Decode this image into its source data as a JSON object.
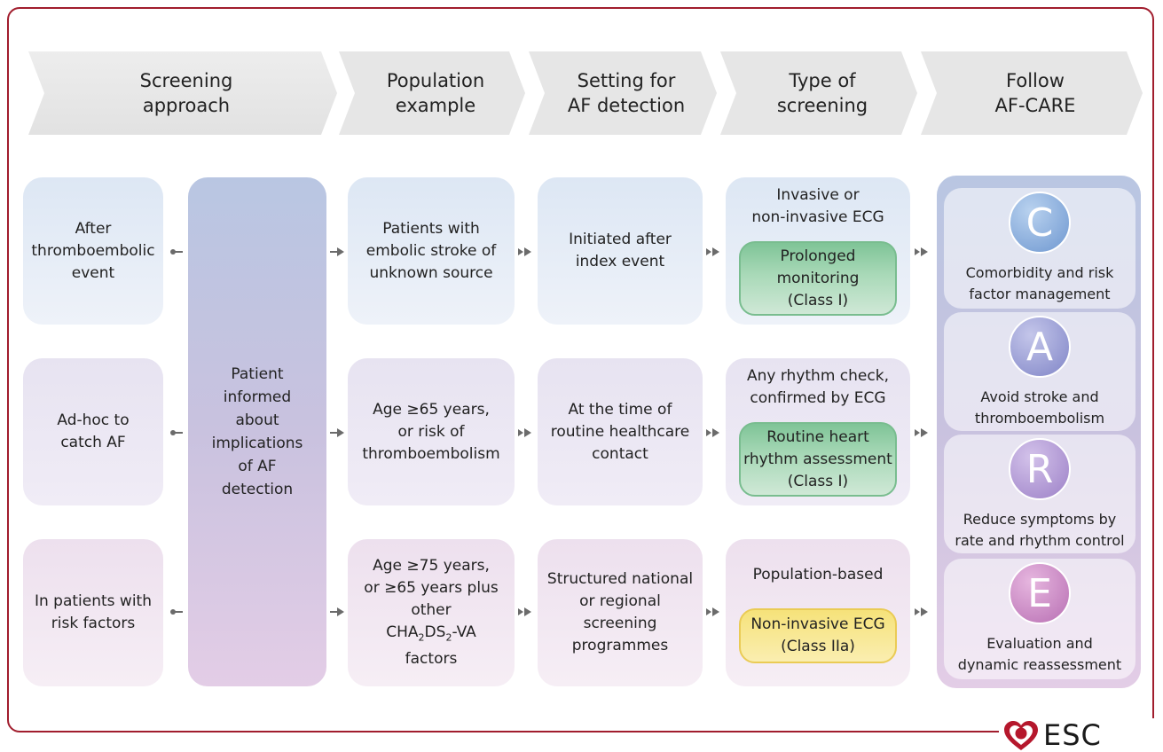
{
  "headers": [
    {
      "line1": "Screening",
      "line2": "approach"
    },
    {
      "line1": "Population",
      "line2": "example"
    },
    {
      "line1": "Setting for",
      "line2": "AF detection"
    },
    {
      "line1": "Type of",
      "line2": "screening"
    },
    {
      "line1": "Follow",
      "line2": "AF-CARE"
    }
  ],
  "approaches": [
    {
      "lines": [
        "After",
        "thromboembolic",
        "event"
      ]
    },
    {
      "lines": [
        "Ad-hoc to",
        "catch AF"
      ]
    },
    {
      "lines": [
        "In patients with",
        "risk factors"
      ]
    }
  ],
  "patient_box": {
    "lines": [
      "Patient",
      "informed",
      "about",
      "implications",
      "of AF",
      "detection"
    ]
  },
  "populations": [
    {
      "lines": [
        "Patients with",
        "embolic stroke of",
        "unknown source"
      ]
    },
    {
      "lines": [
        "Age ≥65 years,",
        "or risk of",
        "thromboembolism"
      ]
    },
    {
      "lines": [
        "Age ≥75 years,",
        "or ≥65 years plus",
        "other"
      ],
      "chads": {
        "a": "CHA",
        "s1": "2",
        "b": "DS",
        "s2": "2",
        "c": "-VA"
      },
      "last": "factors"
    }
  ],
  "settings": [
    {
      "lines": [
        "Initiated after",
        "index event"
      ]
    },
    {
      "lines": [
        "At the time of",
        "routine healthcare",
        "contact"
      ]
    },
    {
      "lines": [
        "Structured national",
        "or regional",
        "screening",
        "programmes"
      ]
    }
  ],
  "types": [
    {
      "top": [
        "Invasive or",
        "non-invasive ECG"
      ],
      "pill": [
        "Prolonged",
        "monitoring",
        "(Class I)"
      ],
      "pill_color": "green"
    },
    {
      "top": [
        "Any rhythm check,",
        "confirmed by ECG"
      ],
      "pill": [
        "Routine heart",
        "rhythm assessment",
        "(Class I)"
      ],
      "pill_color": "green"
    },
    {
      "top": [
        "Population-based"
      ],
      "pill": [
        "Non-invasive ECG",
        "(Class IIa)"
      ],
      "pill_color": "yellow"
    }
  ],
  "care": [
    {
      "letter": "C",
      "lines": [
        "Comorbidity and risk",
        "factor management"
      ],
      "color": "#7fa6d8"
    },
    {
      "letter": "A",
      "lines": [
        "Avoid stroke and",
        "thromboembolism"
      ],
      "color": "#8f92cf"
    },
    {
      "letter": "R",
      "lines": [
        "Reduce symptoms by",
        "rate and rhythm control"
      ],
      "color": "#a68ccc"
    },
    {
      "letter": "E",
      "lines": [
        "Evaluation and",
        "dynamic reassessment"
      ],
      "color": "#c27cbd"
    }
  ],
  "logo": {
    "text": "ESC"
  },
  "colors": {
    "border": "#a11d2d",
    "arrow": "#6b6b6b"
  }
}
